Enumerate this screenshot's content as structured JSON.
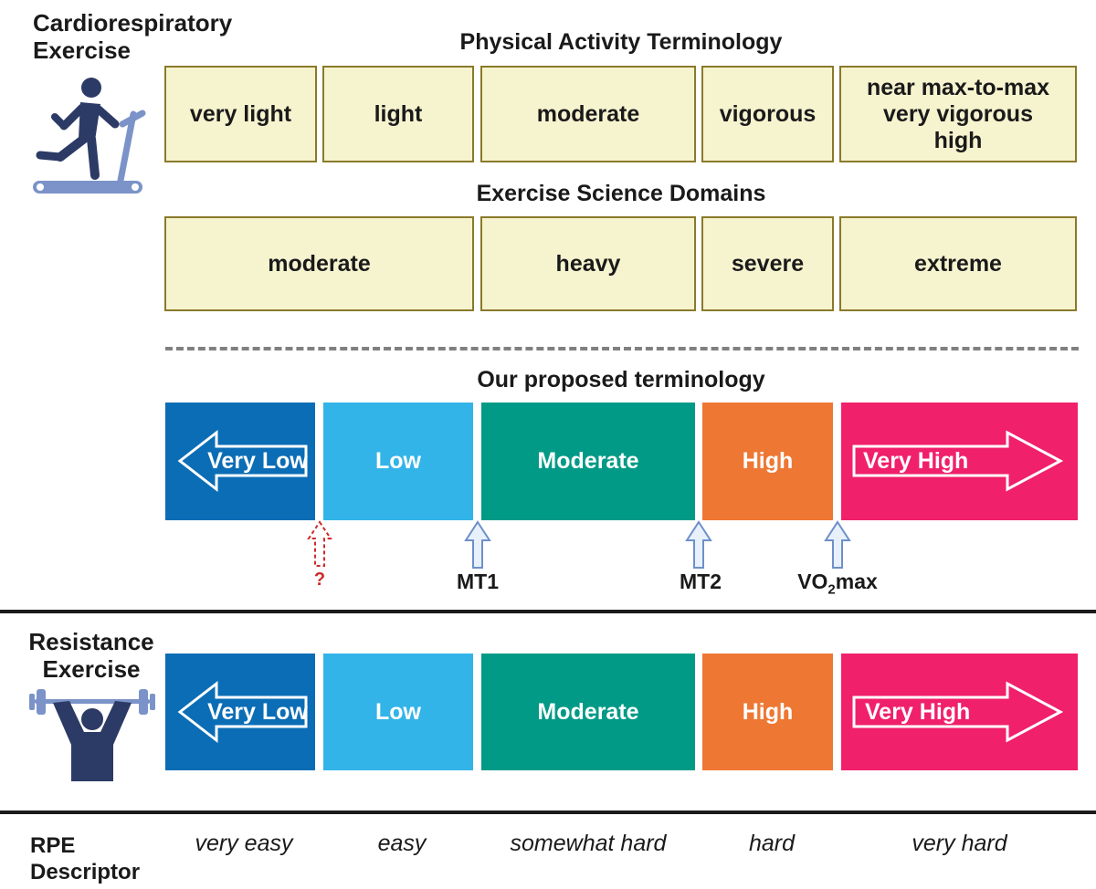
{
  "cardio": {
    "heading_line1": "Cardiorespiratory",
    "heading_line2": "Exercise",
    "icon": "treadmill-runner-icon"
  },
  "physical_activity": {
    "title": "Physical Activity Terminology",
    "boxes": [
      {
        "label": "very light"
      },
      {
        "label": "light"
      },
      {
        "label": "moderate"
      },
      {
        "label": "vigorous"
      },
      {
        "line1": "near max-to-max",
        "line2": "very vigorous",
        "line3": "high"
      }
    ]
  },
  "exercise_science": {
    "title": "Exercise Science Domains",
    "boxes": [
      {
        "label": "moderate"
      },
      {
        "label": "heavy"
      },
      {
        "label": "severe"
      },
      {
        "label": "extreme"
      }
    ]
  },
  "proposed": {
    "title": "Our proposed terminology",
    "boxes": [
      {
        "label": "Very Low",
        "color": "#0b6db5"
      },
      {
        "label": "Low",
        "color": "#33b4e8"
      },
      {
        "label": "Moderate",
        "color": "#009a86"
      },
      {
        "label": "High",
        "color": "#ee7733"
      },
      {
        "label": "Very High",
        "color": "#f0206a"
      }
    ],
    "markers": {
      "unknown": "?",
      "mt1": "MT1",
      "mt2": "MT2",
      "vo2_prefix": "VO",
      "vo2_sub": "2",
      "vo2_suffix": "max"
    }
  },
  "resistance": {
    "heading_line1": "Resistance",
    "heading_line2": "Exercise",
    "icon": "weightlifter-icon",
    "boxes": [
      {
        "label": "Very Low"
      },
      {
        "label": "Low"
      },
      {
        "label": "Moderate"
      },
      {
        "label": "High"
      },
      {
        "label": "Very High"
      }
    ]
  },
  "rpe": {
    "heading_line1": "RPE",
    "heading_line2": "Descriptor",
    "values": [
      "very easy",
      "easy",
      "somewhat hard",
      "hard",
      "very hard"
    ]
  },
  "colors": {
    "beige_fill": "#f6f3cf",
    "beige_border": "#8a7a2a",
    "icon_navy": "#2c3a66",
    "icon_blue": "#7b93c8",
    "marker_fill": "#e8f1fb",
    "marker_stroke": "#6d90c9",
    "unknown_marker": "#cc2a2a"
  }
}
